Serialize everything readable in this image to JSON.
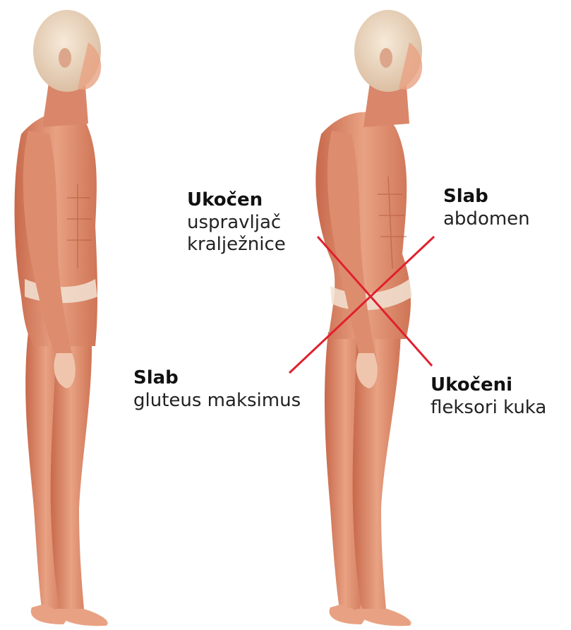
{
  "labels": {
    "stiff_spine": {
      "title": "Ukočen",
      "line1": "uspravljač",
      "line2": "kralježnice"
    },
    "weak_abs": {
      "title": "Slab",
      "line1": "abdomen"
    },
    "weak_glute": {
      "title": "Slab",
      "line1": "gluteus maksimus"
    },
    "stiff_hip": {
      "title": "Ukočeni",
      "line1": "fleksori kuka"
    }
  },
  "colors": {
    "muscle": "#e3987c",
    "muscle_dark": "#c4664a",
    "skin_head": "#eedcc8",
    "tendon": "#f2e3d3",
    "cross_line": "#e0202e"
  }
}
